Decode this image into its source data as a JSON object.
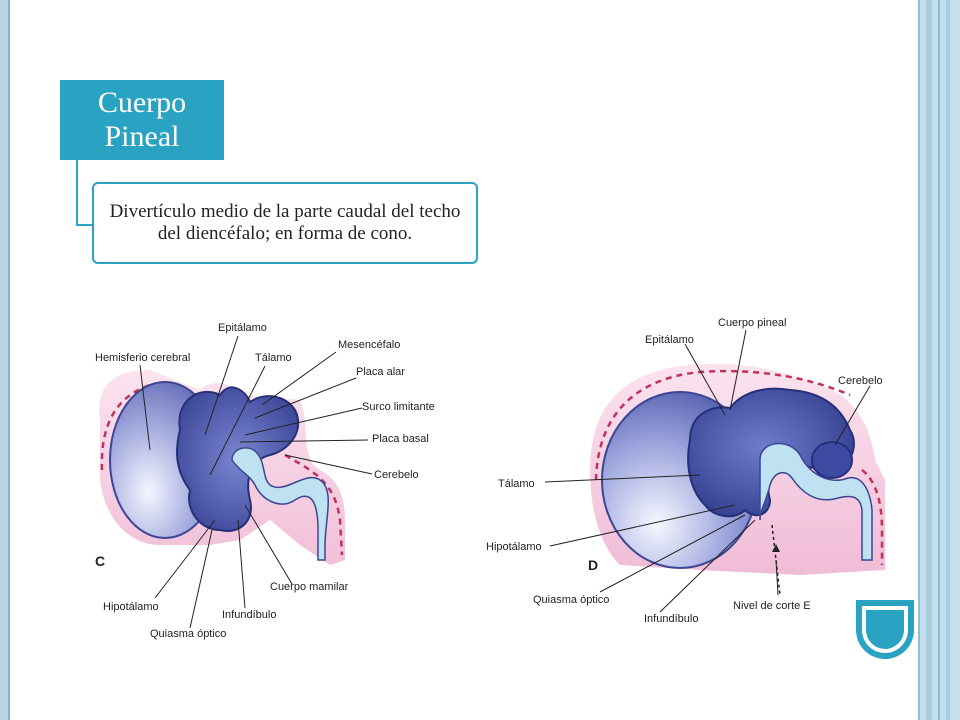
{
  "slide": {
    "title": "Cuerpo Pineal",
    "description": "Divertículo medio de la parte caudal del techo del diencéfalo; en forma de cono."
  },
  "figure_c": {
    "panel_letter": "C",
    "labels": {
      "epitalamo": "Epitálamo",
      "hemisferio": "Hemisferio cerebral",
      "talamo": "Tálamo",
      "mesencefalo": "Mesencéfalo",
      "placa_alar": "Placa alar",
      "surco": "Surco limitante",
      "placa_basal": "Placa basal",
      "cerebelo": "Cerebelo",
      "cuerpo_mamilar": "Cuerpo mamilar",
      "hipotalamo": "Hipotálamo",
      "infundibulo": "Infundíbulo",
      "quiasma": "Quiasma óptico"
    }
  },
  "figure_d": {
    "panel_letter": "D",
    "labels": {
      "cuerpo_pineal": "Cuerpo pineal",
      "epitalamo": "Epitálamo",
      "cerebelo": "Cerebelo",
      "talamo": "Tálamo",
      "hipotalamo": "Hipotálamo",
      "quiasma": "Quiasma óptico",
      "infundibulo": "Infundíbulo",
      "nivel_corte": "Nivel de corte E"
    }
  },
  "colors": {
    "accent": "#2aa3c3",
    "frame": "#b9d6e6",
    "brain_dark": "#3b4a9a",
    "brain_light": "#b8dcef",
    "tissue_pink": "#f2c6dc"
  }
}
